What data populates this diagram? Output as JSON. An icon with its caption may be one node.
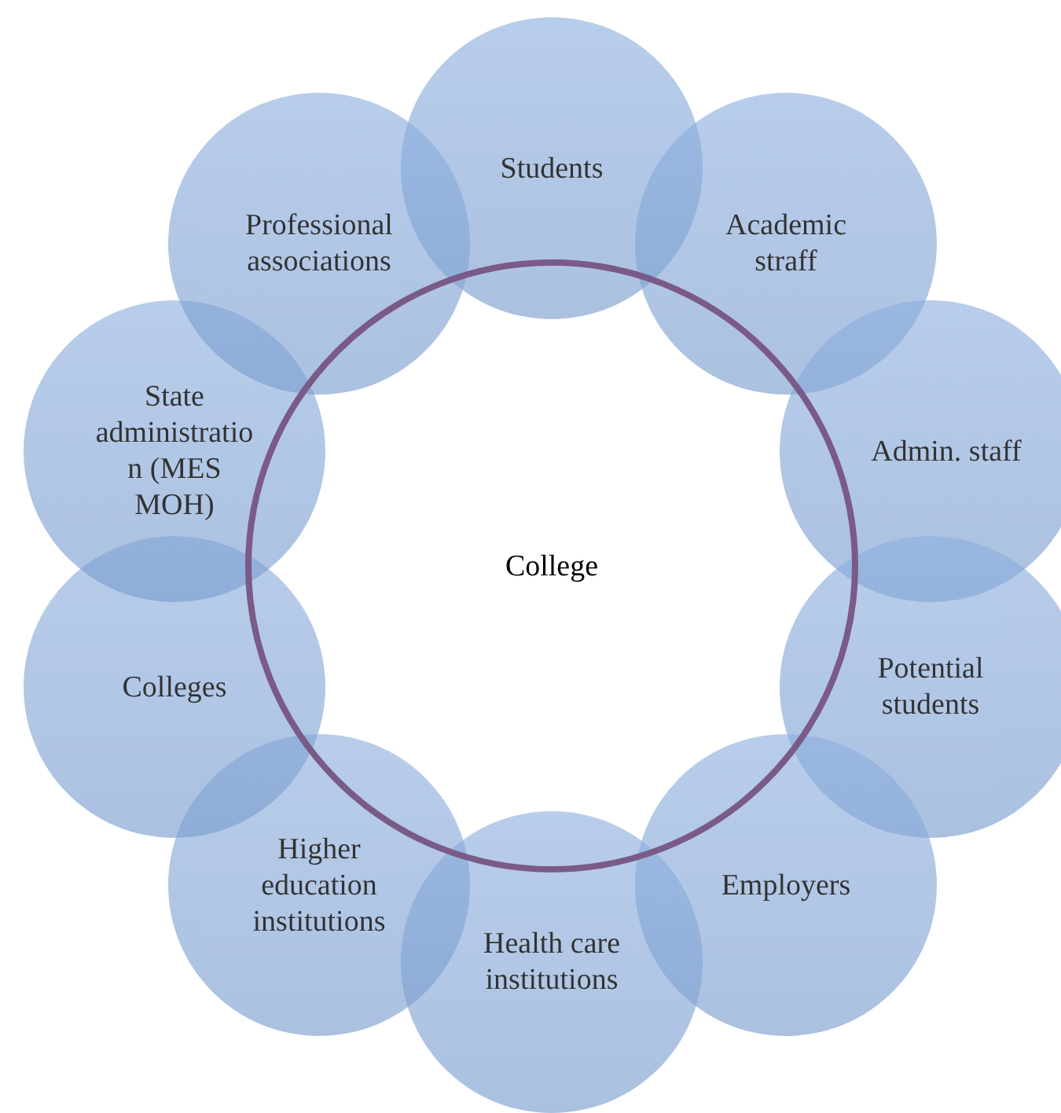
{
  "diagram": {
    "nodes": [
      {
        "text": [
          "College"
        ]
      },
      {
        "text": [
          "Students"
        ]
      },
      {
        "text": [
          "Academic straff"
        ]
      },
      {
        "text": [
          "Admin. staff"
        ]
      },
      {
        "text": [
          "Potential students"
        ]
      },
      {
        "text": [
          "Employers"
        ]
      },
      {
        "text": [
          "Health care institutions"
        ]
      },
      {
        "text": [
          "Higher education institutions"
        ]
      },
      {
        "text": [
          "Colleges"
        ]
      },
      {
        "text": [
          "State administratio n (MES MOH)"
        ]
      },
      {
        "text": [
          "Professional associations"
        ]
      }
    ]
  }
}
